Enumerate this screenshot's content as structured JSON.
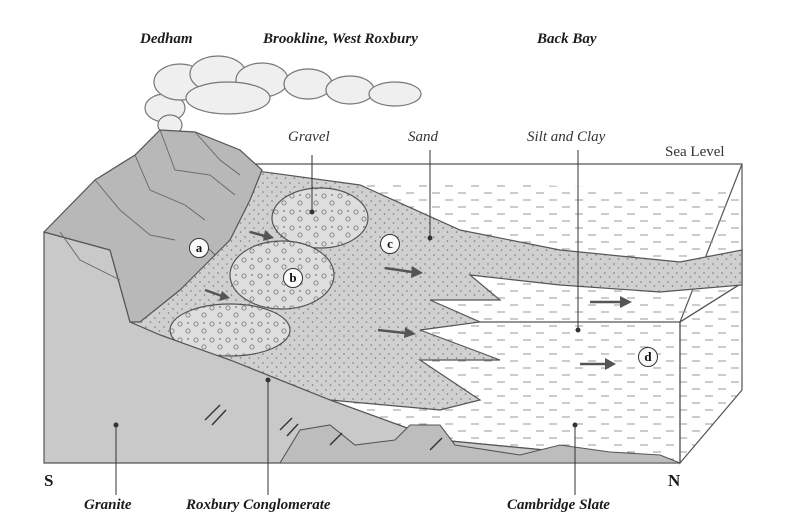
{
  "top_labels": {
    "left": "Dedham",
    "center": "Brookline, West Roxbury",
    "right": "Back Bay"
  },
  "upper_labels": {
    "gravel": "Gravel",
    "sand": "Sand",
    "silt_clay": "Silt and Clay",
    "sea_level": "Sea Level"
  },
  "markers": {
    "a": "a",
    "b": "b",
    "c": "c",
    "d": "d"
  },
  "directions": {
    "south": "S",
    "north": "N"
  },
  "bottom_labels": {
    "granite": "Granite",
    "roxbury": "Roxbury Conglomerate",
    "cambridge": "Cambridge Slate"
  },
  "colors": {
    "block_fill": "#c7c7c7",
    "water": "#f3f3f3",
    "sediment": "#cfcfcf",
    "ink": "#2a2a2a"
  }
}
